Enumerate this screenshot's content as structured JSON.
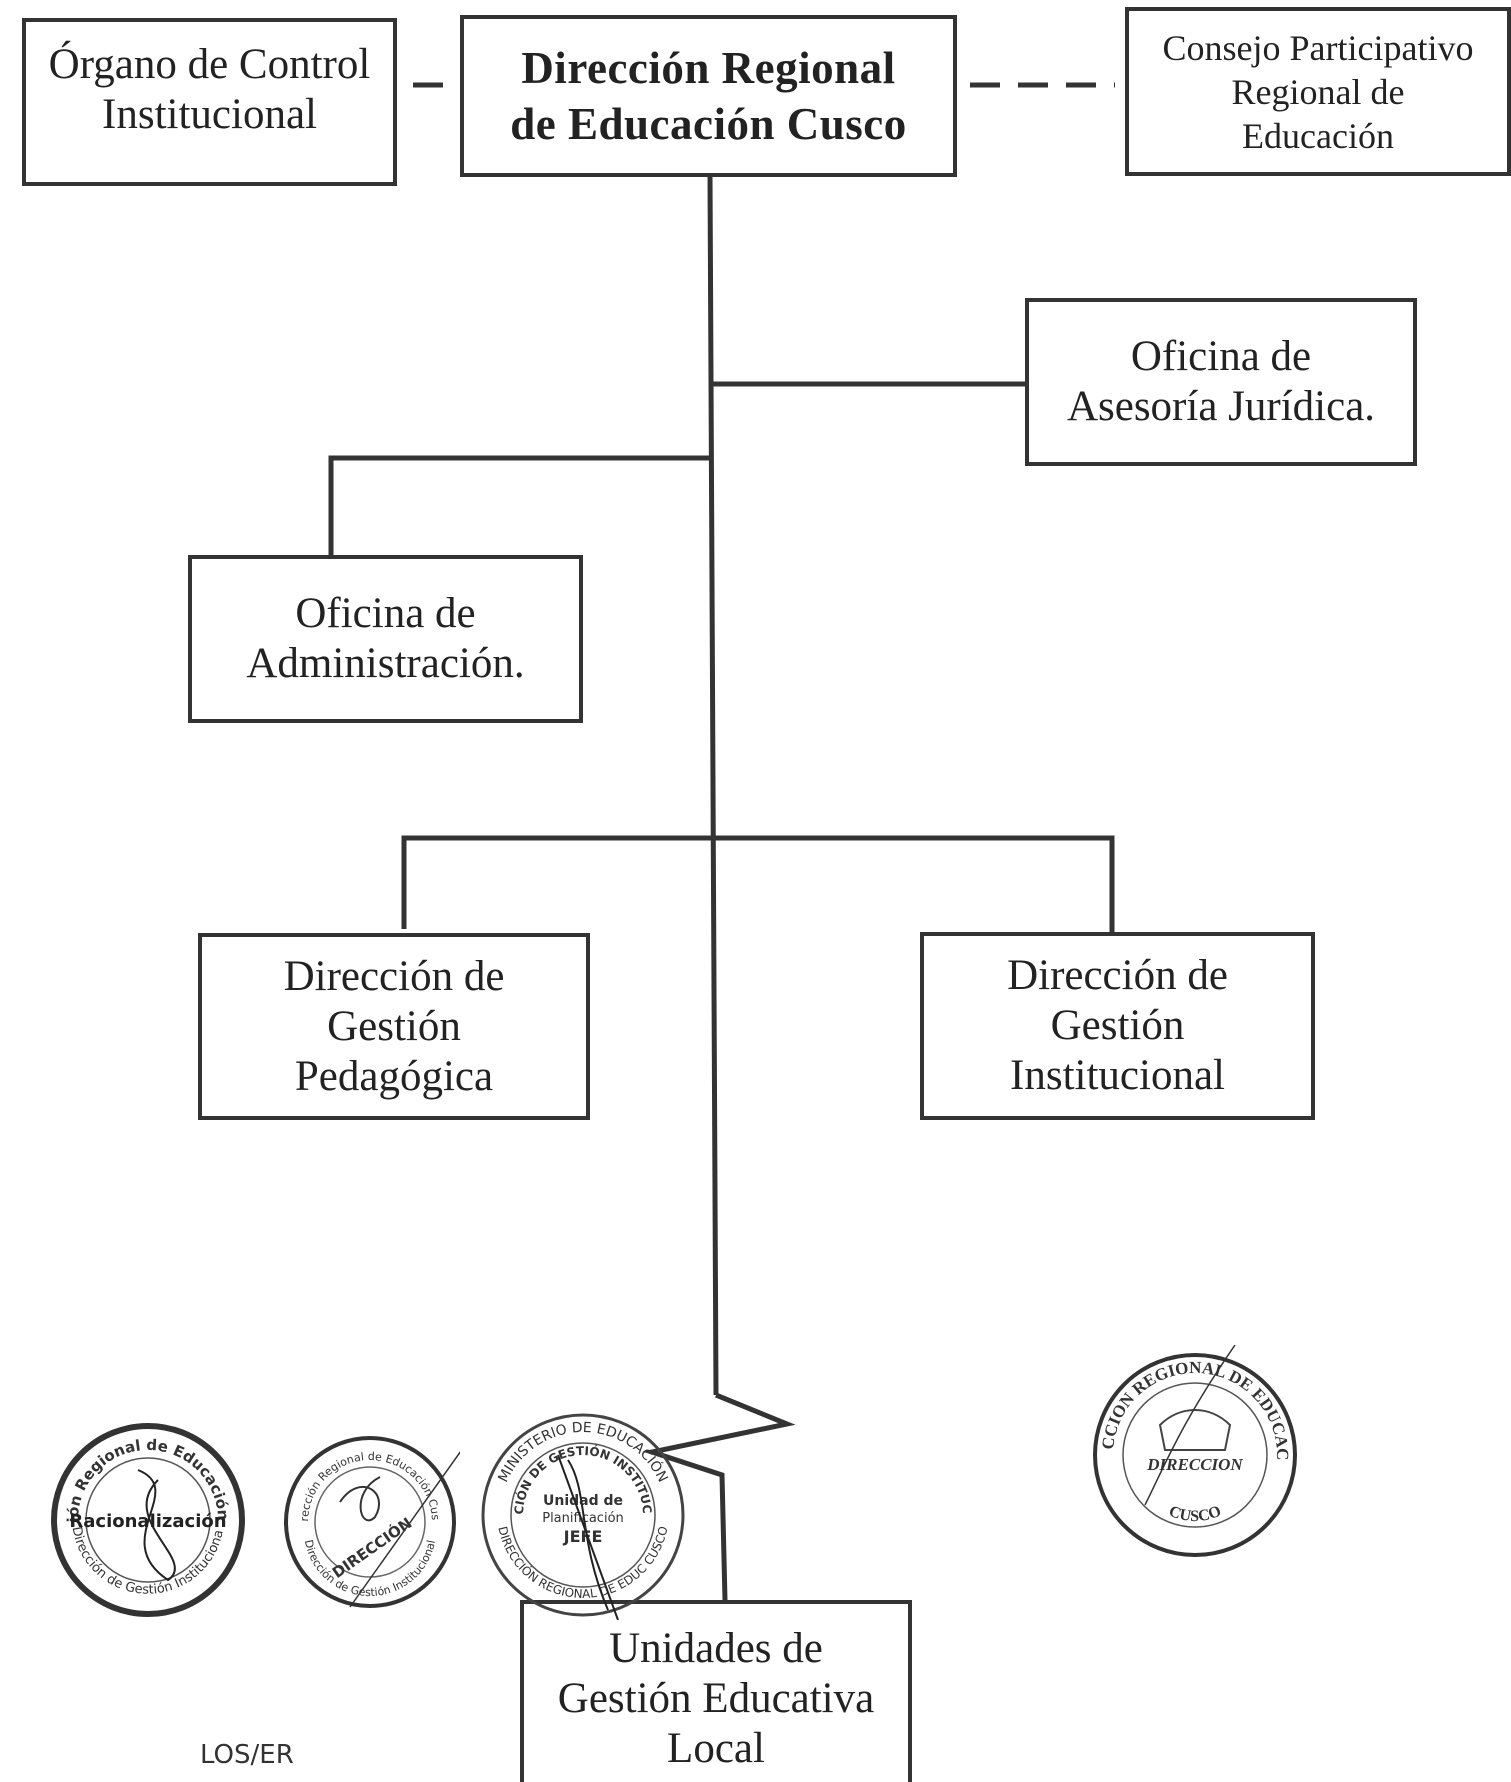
{
  "organo_control": [
    "Órgano de Control",
    "Institucional"
  ],
  "direccion_regional": [
    "Dirección Regional",
    "de Educación Cusco"
  ],
  "consejo": [
    "Consejo Participativo",
    "Regional de",
    "Educación"
  ],
  "asesoria": [
    "Oficina de",
    "Asesoría Jurídica."
  ],
  "administracion": [
    "Oficina de",
    "Administración."
  ],
  "gestion_pedagogica": [
    "Dirección de",
    "Gestión",
    "Pedagógica"
  ],
  "gestion_institucional": [
    "Dirección de",
    "Gestión",
    "Institucional"
  ],
  "ugel": [
    "Unidades de",
    "Gestión Educativa",
    "Local"
  ],
  "footer_code": "LOS/ER",
  "seals": {
    "seal1_top": "Dirección Regional de Educación Cusco",
    "seal1_center": "Racionalización",
    "seal1_bottom": "Dirección de Gestión Institucional",
    "seal2_top": "Dirección Regional de Educación Cusco",
    "seal2_center": "DIRECCIÓN",
    "seal2_bottom": "Dirección de Gestión Institucional",
    "seal3_top": "MINISTERIO DE EDUCACIÓN",
    "seal3_ring": "DIRECCIÓN DE GESTIÓN INSTITUCIONAL",
    "seal3_center1": "Unidad de",
    "seal3_center2": "Planificación",
    "seal3_center3": "JEFE",
    "seal3_bottom": "DIRECCIÓN REGIONAL DE EDUC CUSCO",
    "seal4_top": "DIRECCION REGIONAL DE EDUCACION",
    "seal4_center": "DIRECCION",
    "seal4_bottom": "CUSCO"
  }
}
